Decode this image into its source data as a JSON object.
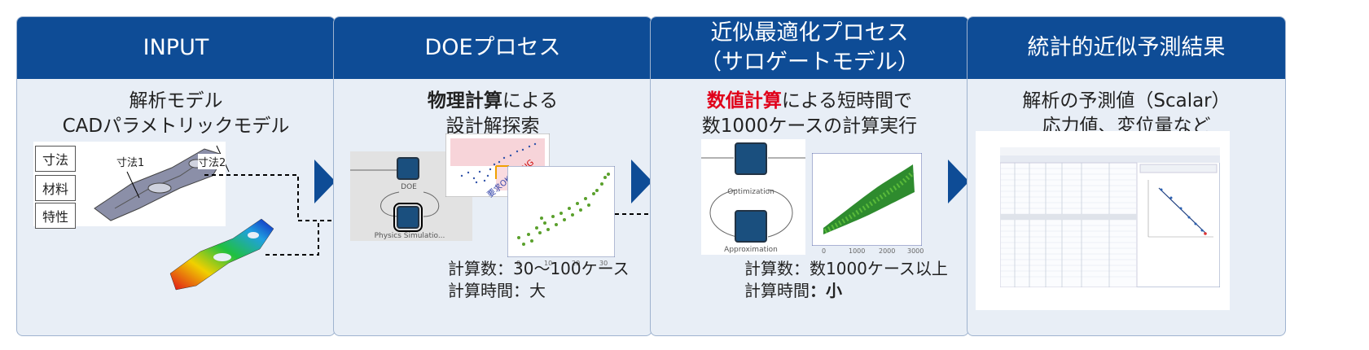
{
  "colors": {
    "header_bg": "#0e4c96",
    "panel_bg": "#e8eef6",
    "highlight_red": "#e0001a"
  },
  "panels": [
    {
      "title": "INPUT",
      "sub_line1": "解析モデル",
      "sub_line2": "CADパラメトリックモデル"
    },
    {
      "title": "DOEプロセス",
      "sub_bold": "物理計算",
      "sub_rest": "による",
      "sub_line2": "設計解探索"
    },
    {
      "title_line1": "近似最適化プロセス",
      "title_line2": "（サロゲートモデル）",
      "sub_red": "数値計算",
      "sub_rest": "による短時間で",
      "sub_line2": "数1000ケースの計算実行"
    },
    {
      "title": "統計的近似予測結果",
      "sub_line1": "解析の予測値（Scalar）",
      "sub_line2": "応力値、変位量など"
    }
  ],
  "input_chips": [
    "寸法",
    "材料",
    "特性"
  ],
  "cad_labels": {
    "dim1": "寸法1",
    "dim2": "寸法2"
  },
  "doe_nodes": {
    "doe": "DOE",
    "physics": "Physics Simulatio..."
  },
  "doe_scatter_labels": {
    "ng": "要求NG",
    "ok": "要求OK"
  },
  "doe_info": {
    "count_label": "計算数",
    "count_value": "：30〜100ケース",
    "time_label": "計算時間",
    "time_value": "：大"
  },
  "approx_nodes": {
    "optimization": "Optimization",
    "approximation": "Approximation"
  },
  "approx_info": {
    "count_label": "計算数",
    "count_value": "：数1000ケース以上",
    "time_label": "計算時間",
    "time_value": "：小"
  },
  "chart_x_ticks": [
    "0",
    "1000",
    "2000",
    "3000"
  ],
  "doe_chart_x_ticks": [
    "0",
    "10",
    "20",
    "30"
  ]
}
